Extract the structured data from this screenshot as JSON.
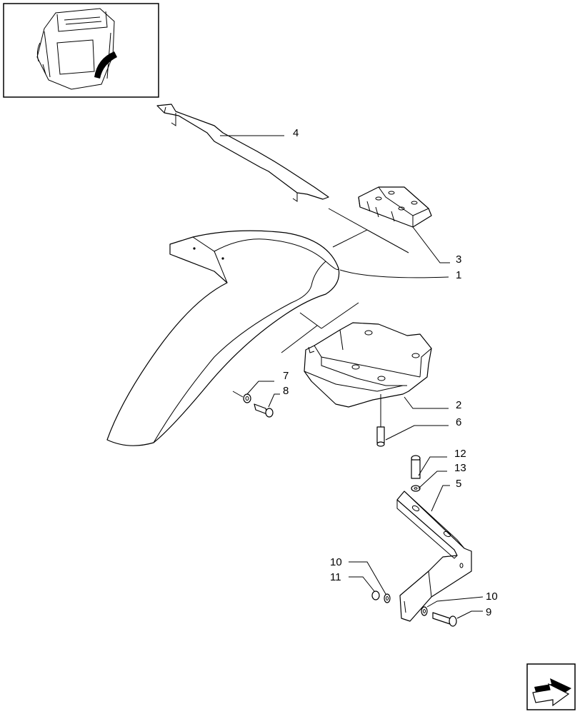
{
  "diagram": {
    "callouts": [
      {
        "id": "c1",
        "label": "1"
      },
      {
        "id": "c2",
        "label": "2"
      },
      {
        "id": "c3",
        "label": "3"
      },
      {
        "id": "c4",
        "label": "4"
      },
      {
        "id": "c5",
        "label": "5"
      },
      {
        "id": "c6",
        "label": "6"
      },
      {
        "id": "c7",
        "label": "7"
      },
      {
        "id": "c8",
        "label": "8"
      },
      {
        "id": "c9",
        "label": "9"
      },
      {
        "id": "c10a",
        "label": "10"
      },
      {
        "id": "c10b",
        "label": "10"
      },
      {
        "id": "c11",
        "label": "11"
      },
      {
        "id": "c12",
        "label": "12"
      },
      {
        "id": "c13",
        "label": "13"
      }
    ]
  },
  "icons": {
    "thumbnail": "cab-location-thumbnail-icon",
    "nav": "next-page-arrow-icon"
  }
}
